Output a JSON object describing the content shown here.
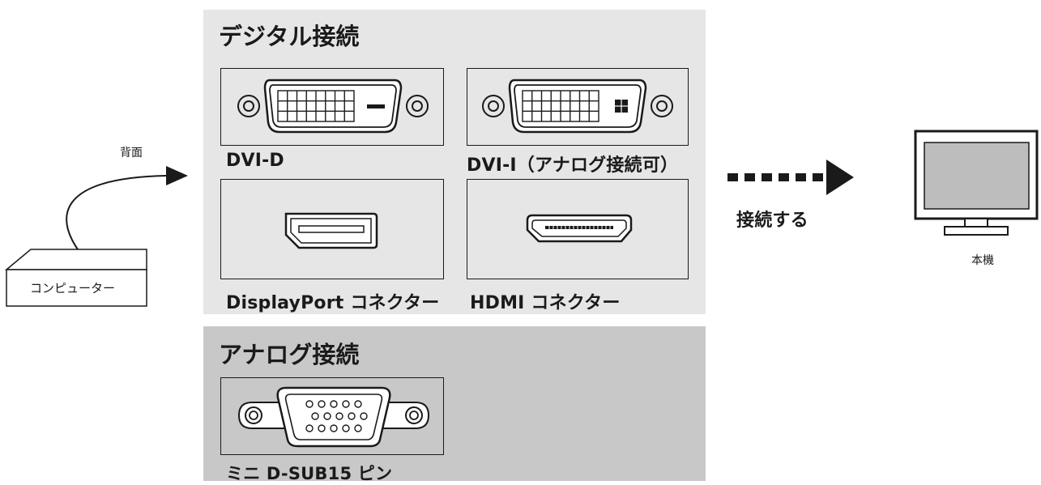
{
  "colors": {
    "digital_panel": "#e6e6e6",
    "analog_panel": "#c8c8c8",
    "ink": "#1a1a1a",
    "monitor_screen": "#bdbdbd"
  },
  "computer": {
    "label": "コンピューター",
    "cable_label": "背面"
  },
  "digital": {
    "title": "デジタル接続",
    "connectors": [
      {
        "id": "dvi-d",
        "label": "DVI-D",
        "icon": "dvi-d-port-icon"
      },
      {
        "id": "dvi-i",
        "label": "DVI-I（アナログ接続可）",
        "icon": "dvi-i-port-icon"
      },
      {
        "id": "displayport",
        "label": "DisplayPort コネクター",
        "icon": "displayport-port-icon"
      },
      {
        "id": "hdmi",
        "label": "HDMI コネクター",
        "icon": "hdmi-port-icon"
      }
    ]
  },
  "analog": {
    "title": "アナログ接続",
    "connectors": [
      {
        "id": "d-sub15",
        "label": "ミニ D-SUB15 ピン",
        "icon": "d-sub-port-icon"
      }
    ]
  },
  "connect": {
    "label": "接続する"
  },
  "monitor": {
    "label": "本機"
  }
}
